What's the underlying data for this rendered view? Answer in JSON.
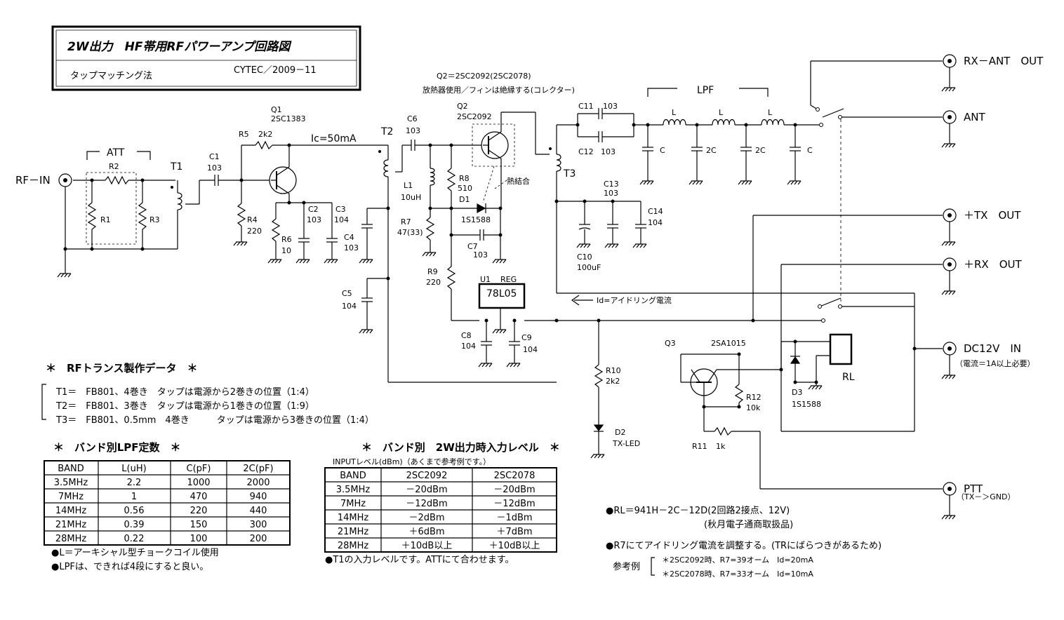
{
  "title_box": {
    "title": "2W出力　HF帯用RFパワーアンプ回路図",
    "method": "タップマッチング法",
    "author": "CYTEC／2009－11"
  },
  "connectors": {
    "rf_in": "RF－IN",
    "rx_ant_out": "RX－ANT　OUT",
    "ant": "ANT",
    "tx_out": "＋TX　OUT",
    "rx_out": "＋RX　OUT",
    "dc12v_in": "DC12V　IN",
    "dc12v_note": "（電流＝1A以上必要）",
    "ptt": "PTT",
    "ptt_note": "（TX－＞GND）"
  },
  "components": {
    "att": "ATT",
    "r1": "R1",
    "r2": "R2",
    "r3": "R3",
    "t1": "T1",
    "c1": "C1",
    "c1_val": "103",
    "q1": "Q1",
    "q1_type": "2SC1383",
    "r5": "R5",
    "r5_val": "2k2",
    "r4": "R4",
    "r4_val": "220",
    "r6": "R6",
    "r6_val": "10",
    "c2": "C2",
    "c2_val": "103",
    "c3": "C3",
    "c3_val": "104",
    "c4": "C4",
    "c4_val": "103",
    "c5": "C5",
    "c5_val": "104",
    "ic": "Ic=50mA",
    "t2": "T2",
    "c6": "C6",
    "c6_val": "103",
    "l1": "L1",
    "l1_val": "10uH",
    "r8": "R8",
    "r8_val": "510",
    "d1": "D1",
    "d1_type": "1S1588",
    "thermal": "熱結合",
    "r7": "R7",
    "r7_val": "47(33)",
    "c7": "C7",
    "c7_val": "103",
    "r9": "R9",
    "r9_val": "220",
    "q2": "Q2",
    "q2_type": "2SC2092",
    "q2_heading": "Q2＝2SC2092(2SC2078)",
    "q2_note": "放熱器使用／フィンは絶縁する(コレクター)",
    "u1": "U1",
    "reg": "REG",
    "u1_type": "78L05",
    "c8": "C8",
    "c8_val": "104",
    "c9": "C9",
    "c9_val": "104",
    "t3": "T3",
    "c11": "C11",
    "c11_val": "103",
    "c12": "C12",
    "c12_val": "103",
    "lpf": "LPF",
    "l": "L",
    "c": "C",
    "c2x": "2C",
    "c13": "C13",
    "c13_val": "103",
    "c14": "C14",
    "c14_val": "104",
    "c10": "C10",
    "c10_val": "100uF",
    "idle": "Id=アイドリング電流",
    "r10": "R10",
    "r10_val": "2k2",
    "d2": "D2",
    "d2_type": "TX-LED",
    "q3": "Q3",
    "q3_type": "2SA1015",
    "r12": "R12",
    "r12_val": "10k",
    "r11": "R11",
    "r11_val": "1k",
    "d3": "D3",
    "d3_type": "1S1588",
    "rl": "RL"
  },
  "rf_transformer": {
    "heading": "＊　RFトランス製作データ　＊",
    "lines": [
      "T1＝　FB801、4巻き　タップは電源から2巻きの位置（1:4）",
      "T2＝　FB801、3巻き　タップは電源から1巻きの位置（1:9）",
      "T3＝　FB801、0.5mm　4巻き　　　タップは電源から3巻きの位置（1:4）"
    ]
  },
  "lpf_table": {
    "heading": "＊　バンド別LPF定数　＊",
    "columns": [
      "BAND",
      "L(uH)",
      "C(pF)",
      "2C(pF)"
    ],
    "rows": [
      [
        "3.5MHz",
        "2.2",
        "1000",
        "2000"
      ],
      [
        "7MHz",
        "1",
        "470",
        "940"
      ],
      [
        "14MHz",
        "0.56",
        "220",
        "440"
      ],
      [
        "21MHz",
        "0.39",
        "150",
        "300"
      ],
      [
        "28MHz",
        "0.22",
        "100",
        "200"
      ]
    ],
    "notes": [
      "●L＝アーキシャル型チョークコイル使用",
      "●LPFは、できれば4段にすると良い。"
    ]
  },
  "input_table": {
    "heading": "＊　バンド別　2W出力時入力レベル　＊",
    "subheading": "INPUTレベル(dBm)（あくまで参考例です。）",
    "columns": [
      "BAND",
      "2SC2092",
      "2SC2078"
    ],
    "rows": [
      [
        "3.5MHz",
        "－20dBm",
        "－20dBm"
      ],
      [
        "7MHz",
        "－12dBm",
        "－12dBm"
      ],
      [
        "14MHz",
        "－2dBm",
        "－1dBm"
      ],
      [
        "21MHz",
        "＋6dBm",
        "＋7dBm"
      ],
      [
        "28MHz",
        "＋10dB以上",
        "＋10dB以上"
      ]
    ],
    "note": "●T1の入力レベルです。ATTにて合わせます。"
  },
  "notes_right": {
    "rl_spec": "●RL＝941H－2C－12D(2回路2接点、12V)",
    "rl_source": "(秋月電子通商取扱品)",
    "r7_adjust": "●R7にてアイドリング電流を調整する。(TRにばらつきがあるため)",
    "ref_label": "参考例",
    "ref_lines": [
      "＊2SC2092時、R7=39オーム　Id=20mA",
      "＊2SC2078時、R7=33オーム　Id=10mA"
    ]
  },
  "colors": {
    "ink": "#000000",
    "background": "#ffffff"
  }
}
